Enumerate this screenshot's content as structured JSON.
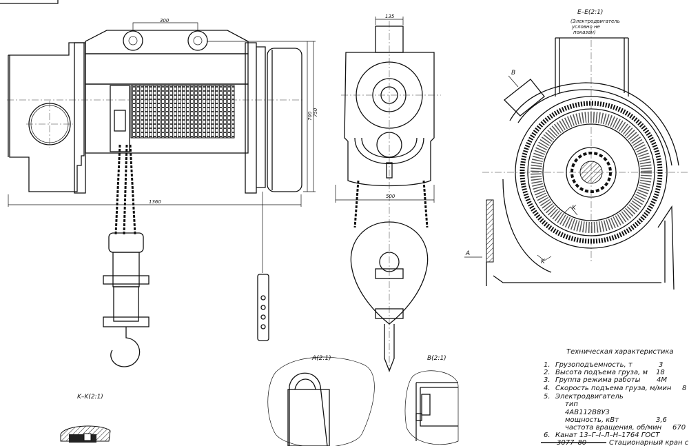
{
  "dimensions": {
    "top_spacing": "300",
    "overall_length": "1360",
    "height_700": "700",
    "height_750": "750",
    "end_top_width": "135",
    "end_width": "500"
  },
  "section_labels": {
    "section_e": "E–E(2:1)",
    "section_e_note": [
      "(Электродвигатель",
      "условно не",
      "показан)"
    ],
    "detail_a": "A(2:1)",
    "detail_b": "B(2:1)",
    "section_k": "K–K(2:1)",
    "mark_a": "A",
    "mark_b": "B",
    "mark_k1": "K",
    "mark_k2": "K"
  },
  "specs": {
    "title": "Техническая характеристика",
    "rows": [
      {
        "num": "1.",
        "label": "Грузоподъемность, т",
        "value": "3"
      },
      {
        "num": "2.",
        "label": "Высота подъема груза, м",
        "value": "18"
      },
      {
        "num": "3.",
        "label": "Группа режима работы",
        "value": "4М"
      },
      {
        "num": "4.",
        "label": "Скорость подъема груза, м/мин",
        "value": "8"
      },
      {
        "num": "5.",
        "label": "Электродвигатель",
        "value": ""
      }
    ],
    "motor": {
      "type_label": "тип",
      "type_value": "4АВ112В8У3",
      "power_label": "мощность, кВт",
      "power_value": "3,6",
      "speed_label": "частота вращения, об/мин",
      "speed_value": "670"
    },
    "rope": {
      "num": "6.",
      "line1": "Канат 13–Г–I–Л–Н–1764  ГОСТ",
      "line2": "3077–80"
    },
    "title_block_partial": "Стационарный кран с"
  }
}
